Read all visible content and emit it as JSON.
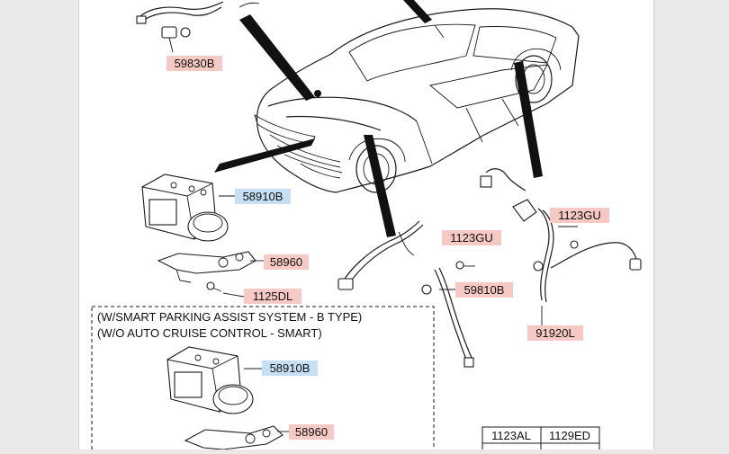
{
  "colors": {
    "label_red_bg": "#f7c9c4",
    "label_blue_bg": "#c7dff5",
    "outline": "#1a1a1a",
    "background": "#ffffff"
  },
  "labels": {
    "p59830B": "59830B",
    "p58910B_top": "58910B",
    "p58960_top": "58960",
    "p1125DL": "1125DL",
    "p1123GU_mid": "1123GU",
    "p59810B": "59810B",
    "p1123GU_right": "1123GU",
    "p91920L": "91920L",
    "p58910B_box": "58910B",
    "p58960_box": "58960"
  },
  "variant_box": {
    "line1": "(W/SMART PARKING ASSIST SYSTEM - B TYPE)",
    "line2": "(W/O AUTO CRUISE CONTROL - SMART)"
  },
  "table": {
    "headers": [
      "1123AL",
      "1129ED"
    ]
  }
}
